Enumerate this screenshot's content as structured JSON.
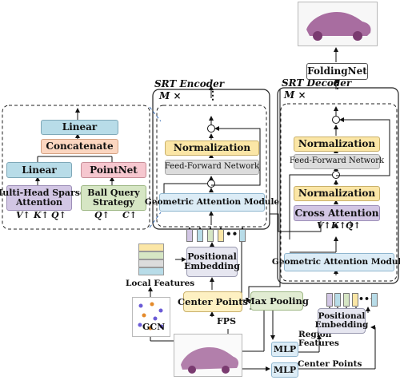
{
  "left_panel": {
    "linear_top": "Linear",
    "concatenate": "Concatenate",
    "linear": "Linear",
    "pointnet": "PointNet",
    "mhsa_line1": "Multi-Head Sparse",
    "mhsa_line2": "Attention",
    "bq_line1": "Ball Query",
    "bq_line2": "Strategy",
    "inputs_left": [
      "V",
      "K",
      "Q"
    ],
    "inputs_right": [
      "Q",
      "C"
    ]
  },
  "encoder": {
    "title": "SRT Encoder",
    "repeat": "M ×",
    "normalization": "Normalization",
    "ffn": "Feed-Forward Network",
    "gam": "Geometric Attention Module",
    "plus": "+",
    "dots": "⋮"
  },
  "decoder": {
    "title": "SRT Decoder",
    "repeat": "M ×",
    "normalization1": "Normalization",
    "ffn": "Feed-Forward Network",
    "normalization2": "Normalization",
    "cross_attention": "Cross Attention",
    "gam": "Geometric Attention Module",
    "inputs": [
      "V",
      "K",
      "Q"
    ],
    "plus": "+",
    "dots": "⋮"
  },
  "bottom": {
    "positional_embedding_line1": "Positional",
    "positional_embedding_line2": "Embedding",
    "local_features": "Local Features",
    "gcn": "GCN",
    "center_points": "Center Points",
    "fps": "FPS",
    "max_pooling": "Max Pooling",
    "mlp1": "MLP",
    "mlp2": "MLP",
    "region_line1": "Region",
    "region_line2": "Features",
    "center_points_label": "Center Points",
    "dec_pe_line1": "Positional",
    "dec_pe_line2": "Embedding"
  },
  "top": {
    "foldingnet": "FoldingNet"
  },
  "colors": {
    "linear": "#b8dce8",
    "concatenate": "#fbd6c0",
    "pointnet": "#f6c7cf",
    "mhsa": "#d2c6e4",
    "ballquery": "#d6e6c4",
    "normalization": "#fbe6a6",
    "ffn": "#dcdcdc",
    "gam": "#dcecf6",
    "cross": "#d2c6e4",
    "center": "#fdf0c2",
    "maxpool": "#e1ecd2",
    "mlp": "#dcecf6",
    "pe": "#e6e6f0",
    "cloud": "#8a4a80"
  }
}
